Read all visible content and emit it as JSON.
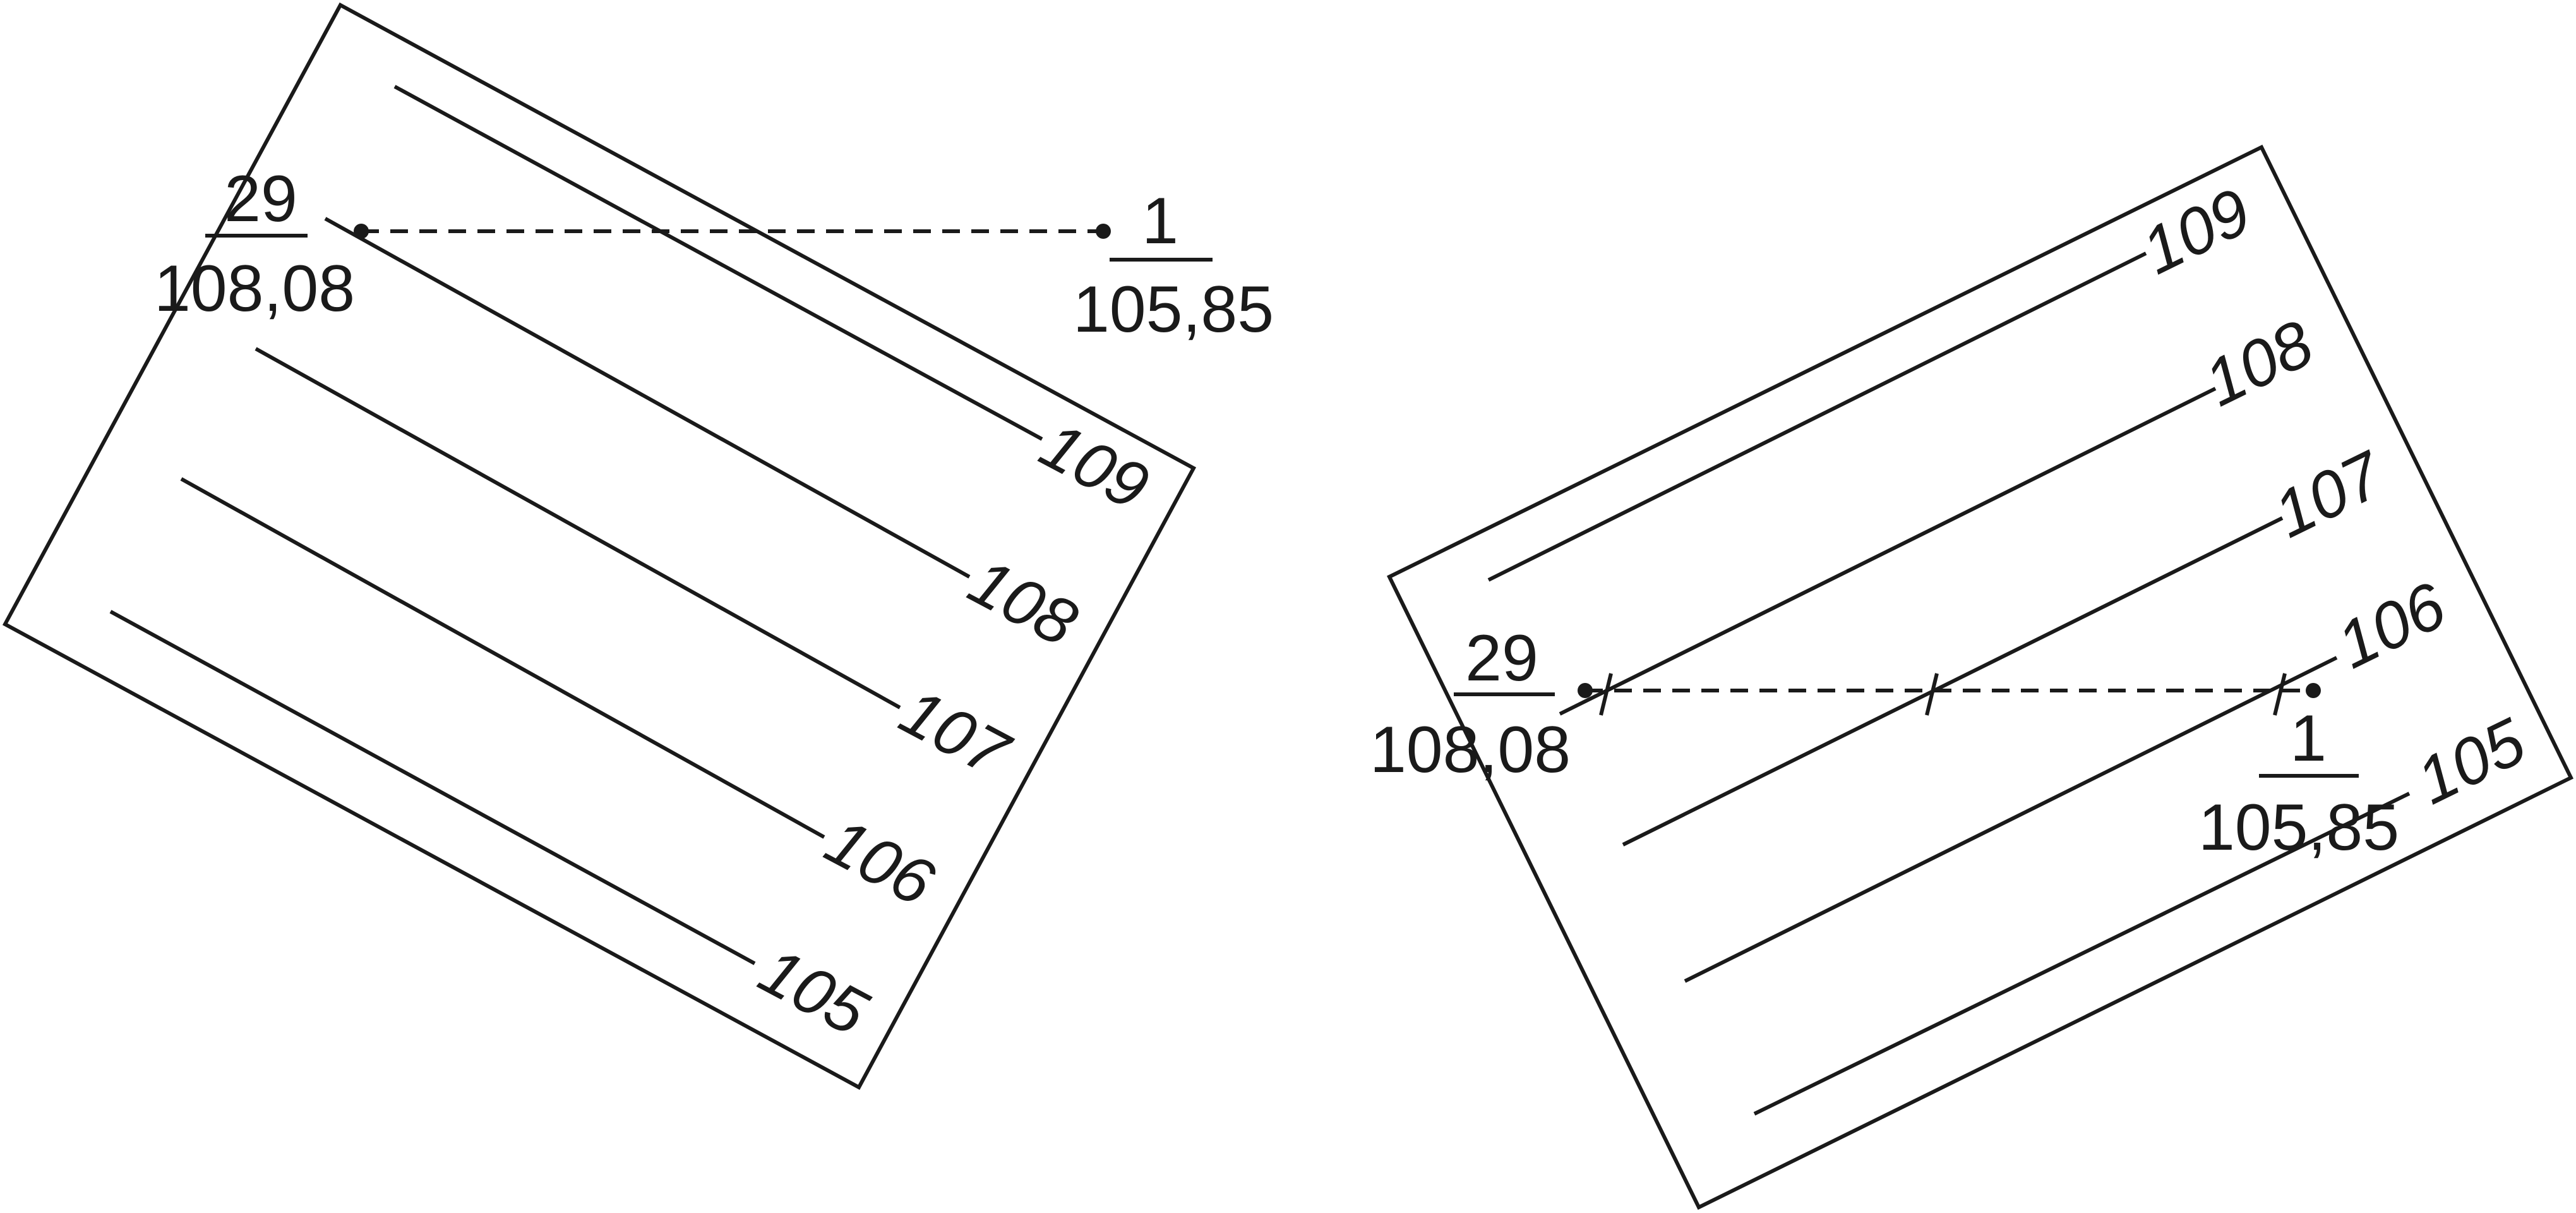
{
  "left_panel": {
    "contours": [
      "109",
      "108",
      "107",
      "106",
      "105"
    ],
    "point_a": {
      "number": "29",
      "elevation": "108,08"
    },
    "point_b": {
      "number": "1",
      "elevation": "105,85"
    }
  },
  "right_panel": {
    "contours": [
      "109",
      "108",
      "107",
      "106",
      "105"
    ],
    "point_a": {
      "number": "29",
      "elevation": "108,08"
    },
    "point_b": {
      "number": "1",
      "elevation": "105,85"
    }
  }
}
